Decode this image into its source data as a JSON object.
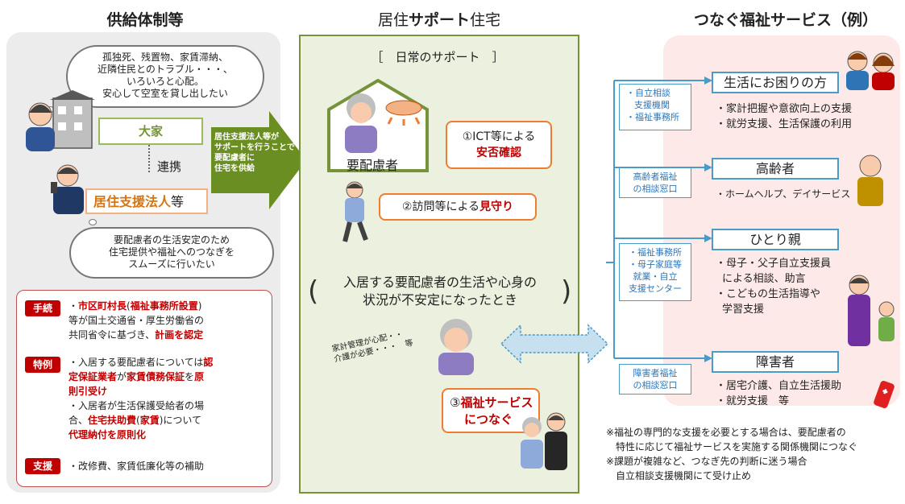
{
  "titles": {
    "left": "供給体制等",
    "center_pre": "居住",
    "center_bold": "サポート",
    "center_post": "住宅",
    "right": "つなぐ福祉サービス（例）"
  },
  "left": {
    "cloud_top": [
      "孤独死、残置物、家賃滞納、",
      "近隣住民とのトラブル・・・、",
      "いろいろと心配。",
      "安心して空室を貸し出したい"
    ],
    "owner": "大家",
    "link": "連携",
    "support_org_bold": "居住支援法人",
    "support_org_suffix": "等",
    "cloud_bottom": [
      "要配慮者の生活安定のため",
      "住宅提供や福祉へのつなぎを",
      "スムーズに行いたい"
    ],
    "rules": [
      {
        "tag": "手続",
        "lines": [
          {
            "parts": [
              {
                "t": "・",
                "c": ""
              },
              {
                "t": "市区町村長",
                "c": "red"
              },
              {
                "t": "(",
                "c": ""
              },
              {
                "t": "福祉事務所設置",
                "c": "red"
              },
              {
                "t": ")",
                "c": ""
              }
            ]
          },
          {
            "parts": [
              {
                "t": "等が国土交通省・厚生労働省の",
                "c": ""
              }
            ]
          },
          {
            "parts": [
              {
                "t": "共同省令に基づき、",
                "c": ""
              },
              {
                "t": "計画を認定",
                "c": "red"
              }
            ]
          }
        ]
      },
      {
        "tag": "特例",
        "lines": [
          {
            "parts": [
              {
                "t": "・入居する要配慮者については",
                "c": ""
              },
              {
                "t": "認",
                "c": "red"
              }
            ]
          },
          {
            "parts": [
              {
                "t": "定保証業者",
                "c": "red"
              },
              {
                "t": "が",
                "c": ""
              },
              {
                "t": "家賃債務保証",
                "c": "red"
              },
              {
                "t": "を",
                "c": ""
              },
              {
                "t": "原",
                "c": "red"
              }
            ]
          },
          {
            "parts": [
              {
                "t": "則引受け",
                "c": "red"
              }
            ]
          },
          {
            "parts": [
              {
                "t": "・入居者が生活保護受給者の場",
                "c": ""
              }
            ]
          },
          {
            "parts": [
              {
                "t": "合、",
                "c": ""
              },
              {
                "t": "住宅扶助費",
                "c": "red"
              },
              {
                "t": "(",
                "c": ""
              },
              {
                "t": "家賃",
                "c": "red"
              },
              {
                "t": ")について",
                "c": ""
              }
            ]
          },
          {
            "parts": [
              {
                "t": "代理納付を原則化",
                "c": "red"
              }
            ]
          }
        ]
      },
      {
        "tag": "支援",
        "lines": [
          {
            "parts": [
              {
                "t": "・改修費、家賃低廉化等の補助",
                "c": ""
              }
            ]
          }
        ]
      }
    ]
  },
  "arrow_text": [
    "居住支援法人等が",
    "サポートを行うことで",
    "要配慮者に",
    "住宅を供給"
  ],
  "center": {
    "daily_support": "日常のサポート",
    "person_label": "要配慮者",
    "callout1_pre": "①ICT等による",
    "callout1_red": "安否確認",
    "callout2_pre": "②訪問等による",
    "callout2_red": "見守り",
    "unstable": [
      "入居する要配慮者の生活や心身の",
      "状況が不安定になったとき"
    ],
    "worry_lines": [
      "家計管理が心配・・",
      "介護が必要・・・",
      "等"
    ],
    "callout3_pre": "③",
    "callout3_red": [
      "福祉サービス",
      "につなぐ"
    ]
  },
  "right": {
    "groups": [
      {
        "org": [
          "・自立相談",
          "支援機関",
          "・福祉事務所"
        ],
        "head": "生活にお困りの方",
        "body": [
          "・家計把握や意欲向上の支援",
          "・就労支援、生活保護の利用"
        ]
      },
      {
        "org": [
          "高齢者福祉",
          "の相談窓口"
        ],
        "head": "高齢者",
        "body": [
          "・ホームヘルプ、デイサービス"
        ]
      },
      {
        "org": [
          "・福祉事務所",
          "・母子家庭等",
          "就業・自立",
          "支援センター"
        ],
        "head": "ひとり親",
        "body": [
          "・母子・父子自立支援員",
          "による相談、助言",
          "・こどもの生活指導や",
          "学習支援"
        ]
      },
      {
        "org": [
          "障害者福祉",
          "の相談窓口"
        ],
        "head": "障害者",
        "body": [
          "・居宅介護、自立生活援助",
          "・就労支援　等"
        ]
      }
    ],
    "notes": [
      "※福祉の専門的な支援を必要とする場合は、要配慮者の",
      "特性に応じて福祉サービスを実施する関係機関につなぐ",
      "※課題が複雑など、つなぎ先の判断に迷う場合",
      "自立相談支援機関にて受け止め"
    ]
  }
}
